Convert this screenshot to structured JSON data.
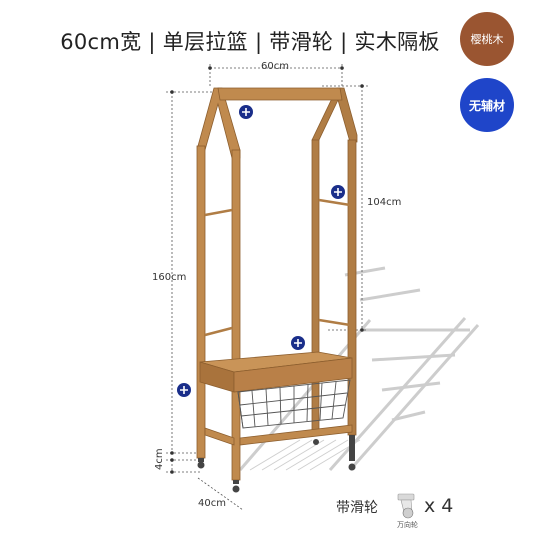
{
  "header": {
    "title": "60cm宽 | 单层拉篮 | 带滑轮 | 实木隔板"
  },
  "badges": {
    "wood": "樱桃木",
    "aux": "无辅材"
  },
  "dimensions": {
    "width_top": "60cm",
    "height_upper": "104cm",
    "height_total": "160cm",
    "caster_height": "4cm",
    "depth": "40cm"
  },
  "caster": {
    "label": "带滑轮",
    "count": "x 4",
    "sub": "万向轮"
  },
  "colors": {
    "wood": "#c08a4e",
    "wood_dark": "#8c5e2e",
    "badge_wood": "#9a5531",
    "badge_aux": "#1f45c9",
    "marker": "#1a2e8a"
  },
  "icons": [
    "plus-circle-icon",
    "caster-wheel-icon"
  ]
}
